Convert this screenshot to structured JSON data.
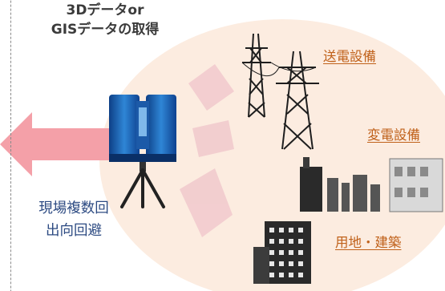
{
  "heading": {
    "line1": "3Dデータor",
    "line2": "GISデータの取得"
  },
  "benefit": {
    "line1": "現場複数回",
    "line2": "出向回避"
  },
  "assets": {
    "tower": "送電設備",
    "substation": "変電設備",
    "land": "用地・建築"
  }
}
